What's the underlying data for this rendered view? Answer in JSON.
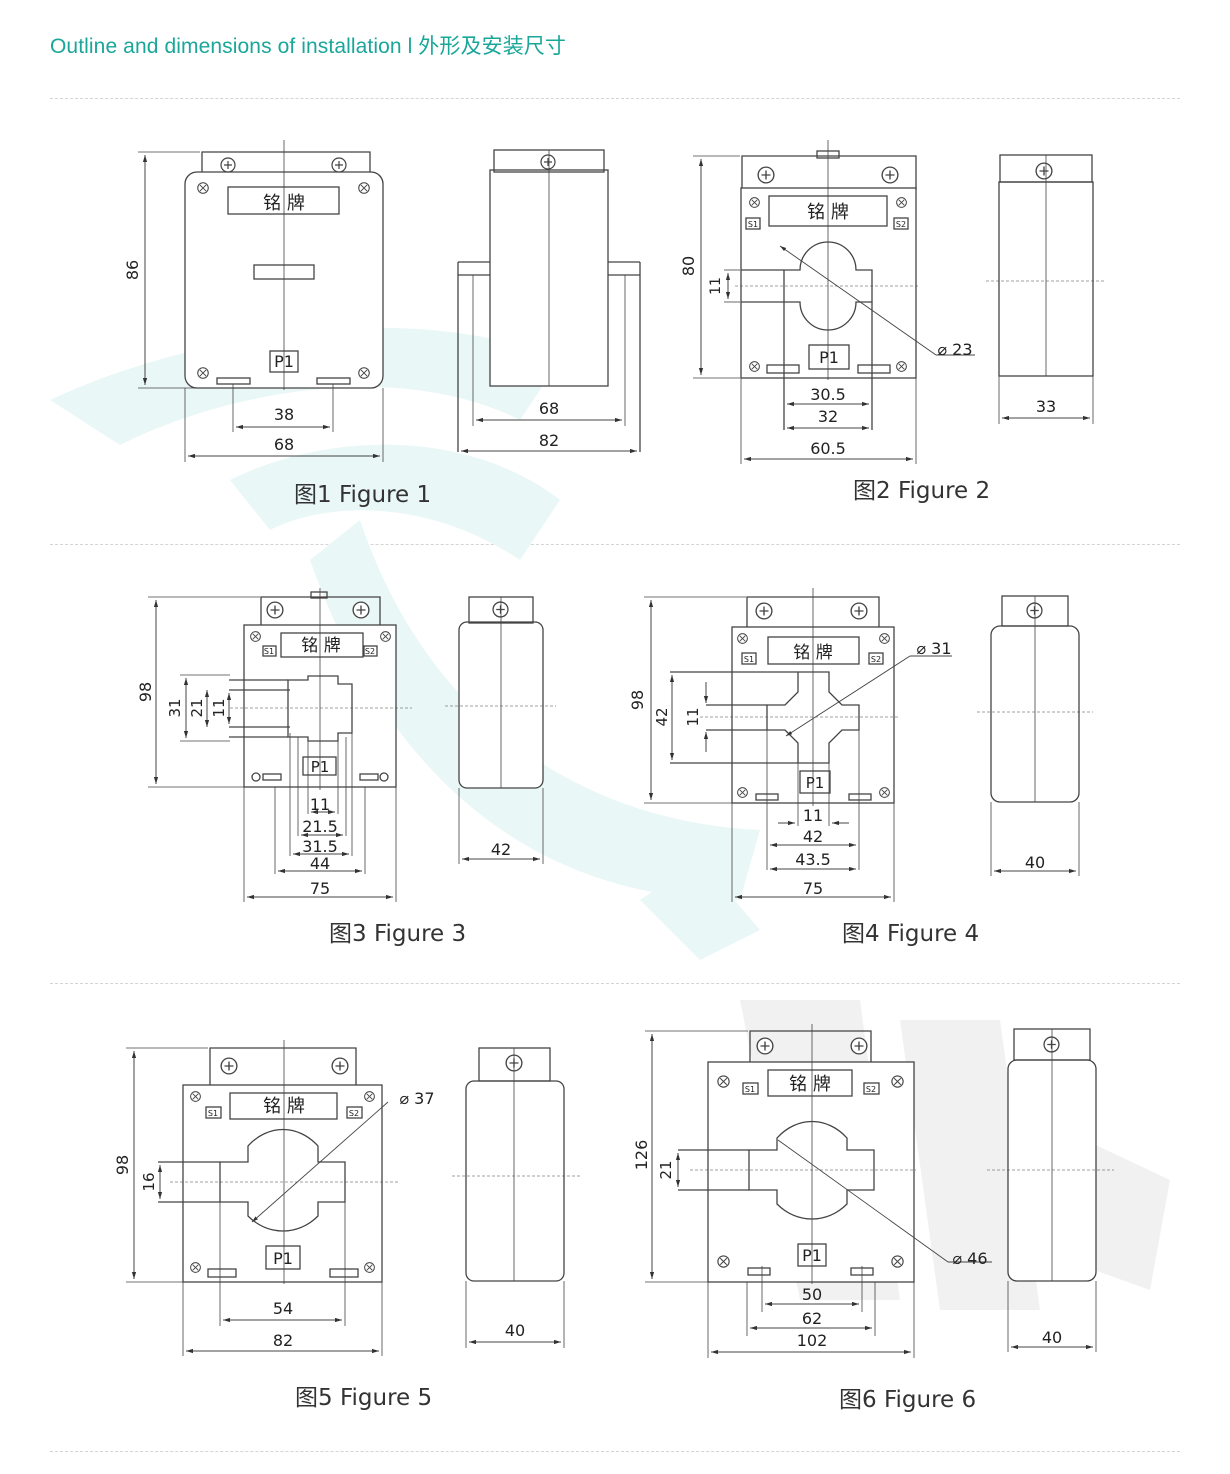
{
  "header": {
    "title": "Outline and dimensions of installation l 外形及安装尺寸"
  },
  "colors": {
    "accent": "#1aa79a",
    "watermark": "#e9f7f6",
    "line": "#444444"
  },
  "label": {
    "nameplate": "铭 牌",
    "p1": "P1",
    "s1": "S1",
    "s2": "S2"
  },
  "figures": [
    {
      "caption": "图1 Figure 1",
      "dims": {
        "height": "86",
        "bottom_inner": "38",
        "bottom_outer": "68",
        "side_inner": "68",
        "side_outer": "82"
      }
    },
    {
      "caption": "图2 Figure 2",
      "dims": {
        "height": "80",
        "window": "11",
        "diameter": "⌀ 23",
        "d1": "30.5",
        "d2": "32",
        "d3": "60.5",
        "side": "33"
      }
    },
    {
      "caption": "图3 Figure 3",
      "dims": {
        "height": "98",
        "v1": "31",
        "v2": "21",
        "v3": "11",
        "d1": "11",
        "d2": "21.5",
        "d3": "31.5",
        "d4": "44",
        "d5": "75",
        "side": "42"
      }
    },
    {
      "caption": "图4 Figure 4",
      "dims": {
        "height": "98",
        "v1": "42",
        "v2": "11",
        "diameter": "⌀ 31",
        "d1": "11",
        "d2": "42",
        "d3": "43.5",
        "d4": "75",
        "side": "40"
      }
    },
    {
      "caption": "图5 Figure 5",
      "dims": {
        "height": "98",
        "v1": "16",
        "diameter": "⌀ 37",
        "d1": "54",
        "d2": "82",
        "side": "40"
      }
    },
    {
      "caption": "图6 Figure 6",
      "dims": {
        "height": "126",
        "v1": "21",
        "diameter": "⌀ 46",
        "d1": "50",
        "d2": "62",
        "d3": "102",
        "side": "40"
      }
    }
  ]
}
